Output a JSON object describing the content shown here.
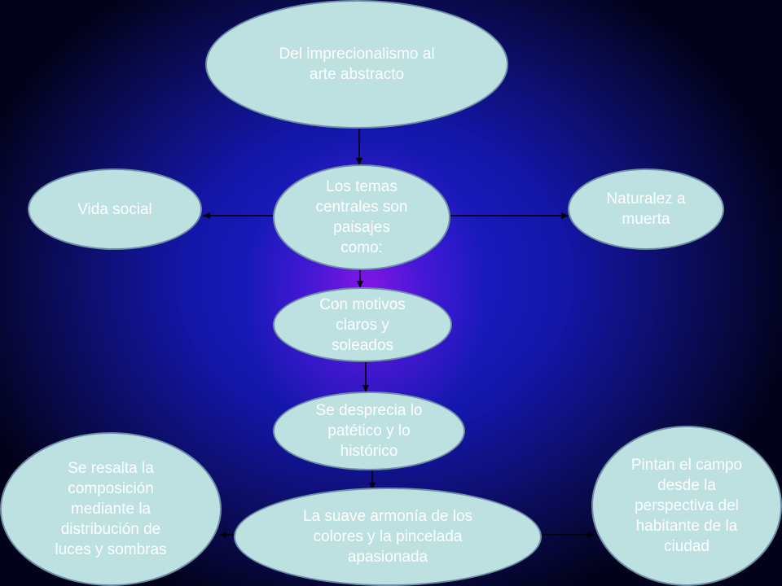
{
  "diagram": {
    "nodes": {
      "title": "Del imprecionalismo al arte abstracto",
      "temas": "Los temas centrales son paisajes como:",
      "vida_social": "Vida social",
      "naturaleza": "Naturalez a muerta",
      "motivos": "Con motivos claros  y soleados",
      "desprecia": "Se desprecia lo patético y lo histórico",
      "composicion": "Se resalta la composición mediante la distribución de luces y sombras",
      "armonia": "La suave armonía de los colores y la pincelada apasionada",
      "campo": "Pintan el campo desde la perspectiva del habitante de la ciudad"
    },
    "edges": [
      {
        "from": "title",
        "to": "temas"
      },
      {
        "from": "temas",
        "to": "vida_social"
      },
      {
        "from": "temas",
        "to": "naturaleza"
      },
      {
        "from": "temas",
        "to": "motivos"
      },
      {
        "from": "motivos",
        "to": "desprecia"
      },
      {
        "from": "desprecia",
        "to": "armonia"
      },
      {
        "from": "armonia",
        "to": "composicion"
      },
      {
        "from": "armonia",
        "to": "campo"
      }
    ]
  }
}
